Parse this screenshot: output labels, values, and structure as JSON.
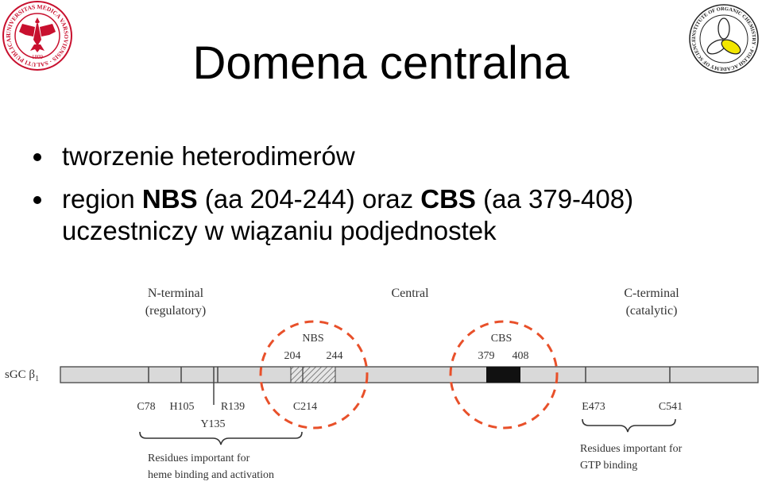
{
  "slide": {
    "title": "Domena centralna",
    "bullets": [
      {
        "text": "tworzenie heterodimerów"
      },
      {
        "parts": [
          "region ",
          "NBS",
          " (aa 204-244) oraz ",
          "CBS",
          " (aa 379-408)"
        ],
        "continuation": "uczestniczy w wiązaniu podjednostek"
      }
    ]
  },
  "logos": {
    "left": {
      "ring_text": "UNIVERSITAS MEDICA VARSOVIENSIS · SALUTI PUBLICAE ·",
      "year": "1809"
    },
    "right": {
      "ring_text": "INSTITUTE OF ORGANIC CHEMISTRY · POLISH ACADEMY OF SCIENCES ·"
    }
  },
  "diagram": {
    "region_labels": {
      "n_terminal": [
        "N-terminal",
        "(regulatory)"
      ],
      "central": "Central",
      "c_terminal": [
        "C-terminal",
        "(catalytic)"
      ]
    },
    "nbs": {
      "name": "NBS",
      "start": "204",
      "end": "244"
    },
    "cbs": {
      "name": "CBS",
      "start": "379",
      "end": "408"
    },
    "protein_label": "sGC β",
    "protein_subscript": "1",
    "residues": [
      "C78",
      "H105",
      "R139",
      "Y135",
      "C214",
      "E473",
      "C541"
    ],
    "groups": {
      "heme": [
        "Residues important for",
        "heme binding and activation"
      ],
      "gtp": [
        "Residues important for",
        "GTP binding"
      ]
    },
    "colors": {
      "highlight_circle": "#e8502a",
      "bar_fill": "#d9d9d9",
      "cbs_fill": "#111111",
      "logo_yellow": "#f2e600",
      "logo_red": "#c8102e"
    }
  }
}
